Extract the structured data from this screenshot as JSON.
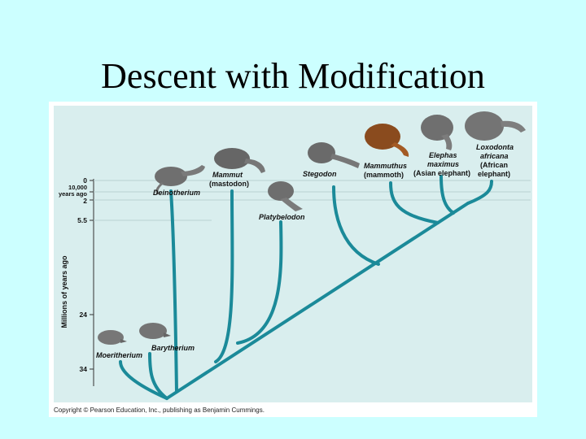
{
  "slide": {
    "title": "Descent with Modification"
  },
  "figure": {
    "copyright": "Copyright © Pearson Education, Inc., publishing as Benjamin Cummings.",
    "y_axis_label": "Millions of years ago",
    "time_ticks": {
      "t0": "0",
      "t10000": "10,000",
      "t10000_sub": "years ago",
      "t2": "2",
      "t55": "5.5",
      "t24": "24",
      "t34": "34"
    },
    "taxa": {
      "deinotherium": "Deinotherium",
      "mammut": "Mammut",
      "mammut_common": "(mastodon)",
      "platybelodon": "Platybelodon",
      "stegodon": "Stegodon",
      "mammuthus": "Mammuthus",
      "mammuthus_common": "(mammoth)",
      "elephas_1": "Elephas",
      "elephas_2": "maximus",
      "elephas_common": "(Asian elephant)",
      "loxodonta_1": "Loxodonta",
      "loxodonta_2": "africana",
      "loxodonta_common_1": "(African",
      "loxodonta_common_2": "elephant)",
      "barytherium": "Barytherium",
      "moeritherium": "Moeritherium"
    },
    "colors": {
      "branch": "#1b8a99",
      "panel": "#d9eeee",
      "background": "#ccffff"
    }
  }
}
